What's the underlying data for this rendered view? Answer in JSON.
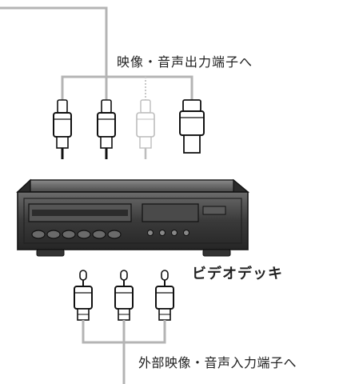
{
  "labels": {
    "output_terminal": "映像・音声出力端子へ",
    "device_name": "ビデオデッキ",
    "input_terminal": "外部映像・音声入力端子へ"
  },
  "colors": {
    "cable": "#b4b4b4",
    "deck_dark": "#2f2f2f",
    "deck_mid": "#5a5a5a",
    "panel": "#3a3a3a",
    "plug_outline": "#111111"
  }
}
